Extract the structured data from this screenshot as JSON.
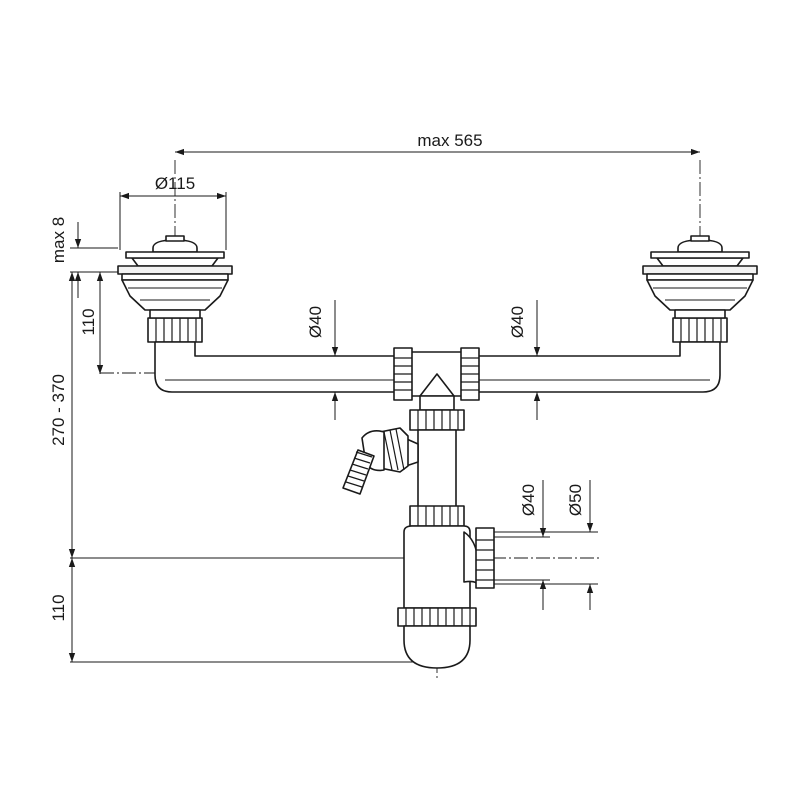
{
  "diagram": {
    "dimensions": {
      "width_total": "max 565",
      "strainer_diameter": "Ø115",
      "flange_height": "max 8",
      "strainer_to_pipe": "110",
      "total_height": "270 - 370",
      "trap_height": "110",
      "pipe_left": "Ø40",
      "pipe_right": "Ø40",
      "outlet_inner": "Ø40",
      "outlet_outer": "Ø50"
    },
    "colors": {
      "line": "#1a1a1a",
      "background": "#ffffff"
    }
  }
}
